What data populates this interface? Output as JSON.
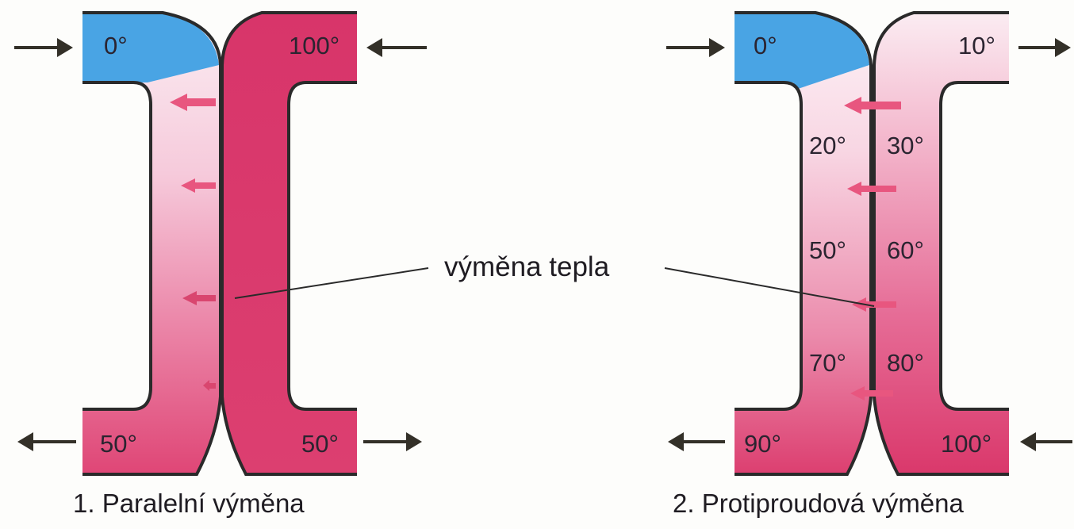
{
  "colors": {
    "cold": "#4aa6e6",
    "hot": "#dd3e6e",
    "hot_light": "#f1a7c0",
    "outline": "#2a2a2a",
    "arrow": "#333028",
    "heat_arrow": "#e8567f"
  },
  "center_label": "výměna tepla",
  "parallel": {
    "caption": "1. Paralelní výměna",
    "cold_in": "0°",
    "hot_in": "100°",
    "cold_out": "50°",
    "hot_out": "50°"
  },
  "counterflow": {
    "caption": "2. Protiproudová výměna",
    "cold_in": "0°",
    "hot_out": "10°",
    "cold_20": "20°",
    "hot_30": "30°",
    "cold_50": "50°",
    "hot_60": "60°",
    "cold_70": "70°",
    "hot_80": "80°",
    "cold_out": "90°",
    "hot_in": "100°"
  },
  "icons": {
    "flow_arrow": "arrow-icon",
    "heat_transfer_arrow": "heat-transfer-arrow-icon"
  }
}
